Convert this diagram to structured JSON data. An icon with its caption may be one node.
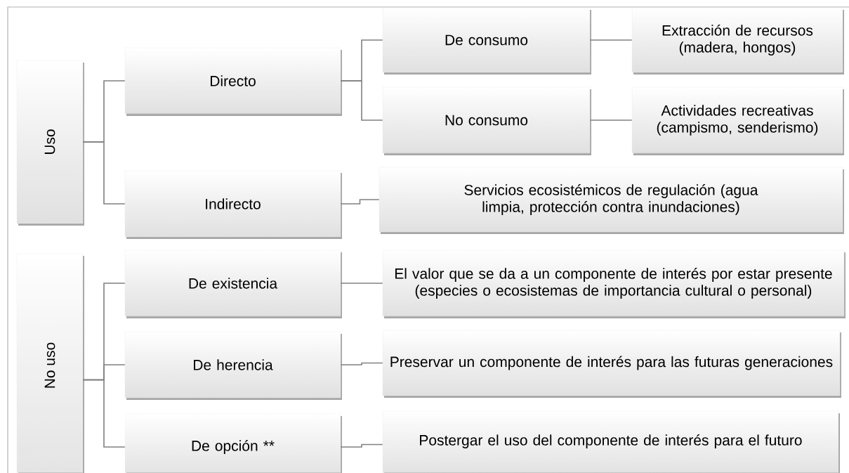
{
  "diagram": {
    "nodes": [
      {
        "text": [
          "Uso"
        ]
      },
      {
        "text": [
          "Directo"
        ]
      },
      {
        "text": [
          "De consumo"
        ]
      },
      {
        "text": [
          "Extracción de recursos (madera, hongos)"
        ]
      },
      {
        "text": [
          "No consumo"
        ]
      },
      {
        "text": [
          "Actividades recreativas (campismo, senderismo)"
        ]
      },
      {
        "text": [
          "Indirecto"
        ]
      },
      {
        "text": [
          "Servicios ecosistémicos de regulación (agua limpia, protección contra inundaciones)"
        ]
      },
      {
        "text": [
          "No uso"
        ]
      },
      {
        "text": [
          "De existencia"
        ]
      },
      {
        "text": [
          "El valor que se da a un componente de interés por estar presente (especies o ecosistemas de importancia cultural o personal)"
        ]
      },
      {
        "text": [
          "De herencia"
        ]
      },
      {
        "text": [
          "Preservar un componente de interés para las futuras generaciones"
        ]
      },
      {
        "text": [
          "De opción **"
        ]
      },
      {
        "text": [
          "Postergar el uso del componente de interés para el futuro"
        ]
      }
    ],
    "edges": [
      {
        "from": 0,
        "to": 1,
        "arrow": "none"
      },
      {
        "from": 0,
        "to": 6,
        "arrow": "none"
      },
      {
        "from": 1,
        "to": 2,
        "arrow": "none"
      },
      {
        "from": 1,
        "to": 4,
        "arrow": "none"
      },
      {
        "from": 2,
        "to": 3,
        "arrow": "none"
      },
      {
        "from": 4,
        "to": 5,
        "arrow": "none"
      },
      {
        "from": 6,
        "to": 7,
        "arrow": "none"
      },
      {
        "from": 8,
        "to": 9,
        "arrow": "none"
      },
      {
        "from": 8,
        "to": 11,
        "arrow": "none"
      },
      {
        "from": 8,
        "to": 13,
        "arrow": "none"
      },
      {
        "from": 9,
        "to": 10,
        "arrow": "none"
      },
      {
        "from": 11,
        "to": 12,
        "arrow": "none"
      },
      {
        "from": 13,
        "to": 14,
        "arrow": "none"
      }
    ]
  }
}
